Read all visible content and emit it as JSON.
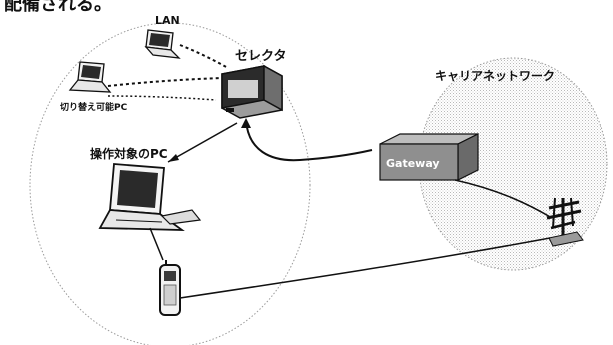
{
  "header_text": "配備される。",
  "labels": {
    "lan": "LAN",
    "selector": "セレクタ",
    "carrier_network": "キャリアネットワーク",
    "switchable_pc": "切り替え可能PC",
    "target_pc": "操作対象のPC",
    "gateway": "Gateway"
  },
  "colors": {
    "ink": "#111111",
    "dot_fill": "#b9b9b9",
    "gateway_fill": "#8f8f8f",
    "screen": "#2a2a2a"
  },
  "icons": [
    "laptop-icon",
    "selector-device-icon",
    "gateway-box-icon",
    "antenna-tower-icon",
    "mobile-phone-icon"
  ]
}
